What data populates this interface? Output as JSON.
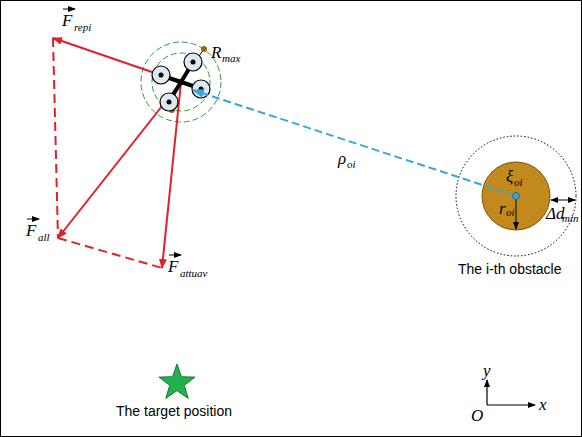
{
  "diagram": {
    "labels": [
      "F",
      "repi",
      "F",
      "all",
      "F",
      "attuav",
      "R",
      "max",
      "ρ",
      "oi",
      "ξ",
      "oi",
      "r",
      "oi",
      "Δd",
      "min",
      "The i-th obstacle",
      "The target position",
      "y",
      "O",
      "x"
    ]
  }
}
